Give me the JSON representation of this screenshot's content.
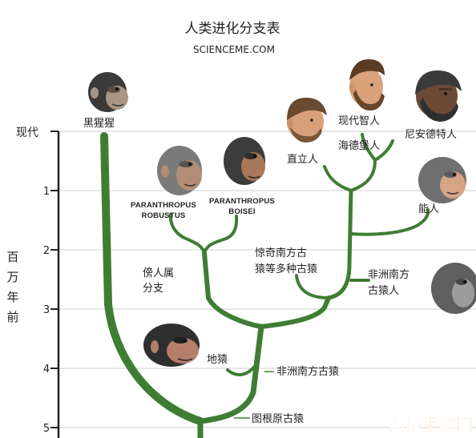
{
  "title": "人类进化分支表",
  "subtitle": "SCIENCEME.COM",
  "axis": {
    "label_chars": [
      "百",
      "万",
      "年",
      "前"
    ],
    "ticks": [
      "现代",
      "1",
      "2",
      "3",
      "4",
      "5"
    ]
  },
  "labels": {
    "chimp": "黑猩猩",
    "modern_human": "现代智人",
    "neanderthal": "尼安德特人",
    "heidelberg": "海德堡人",
    "erectus": "直立人",
    "habilis": "能人",
    "robustus_1": "PARANTHROPUS",
    "robustus_2": "ROBUSTUS",
    "boisei_1": "PARANTHROPUS",
    "boisei_2": "BOISEI",
    "paranthropus_1": "傍人属",
    "paranthropus_2": "分支",
    "mixed_1": "惊奇南方古",
    "mixed_2": "猿等多种古猿",
    "africanus_1": "非洲南方",
    "africanus_2": "古猿人",
    "ardipithecus": "地猿",
    "afarensis": "非洲南方古猿",
    "orrorin": "图根原古猿",
    "watermark": "海量手游网"
  },
  "colors": {
    "branch": "#3f7d33",
    "branch_dark": "#2f6326",
    "grid": "#c8c8c8",
    "axis": "#222222",
    "watermark": "#e8881a"
  },
  "icons": [
    "chimp-head-icon",
    "modern-human-head-icon",
    "neanderthal-head-icon",
    "erectus-head-icon",
    "habilis-head-icon",
    "robustus-head-icon",
    "boisei-head-icon",
    "africanus-head-icon",
    "ardipithecus-head-icon"
  ]
}
